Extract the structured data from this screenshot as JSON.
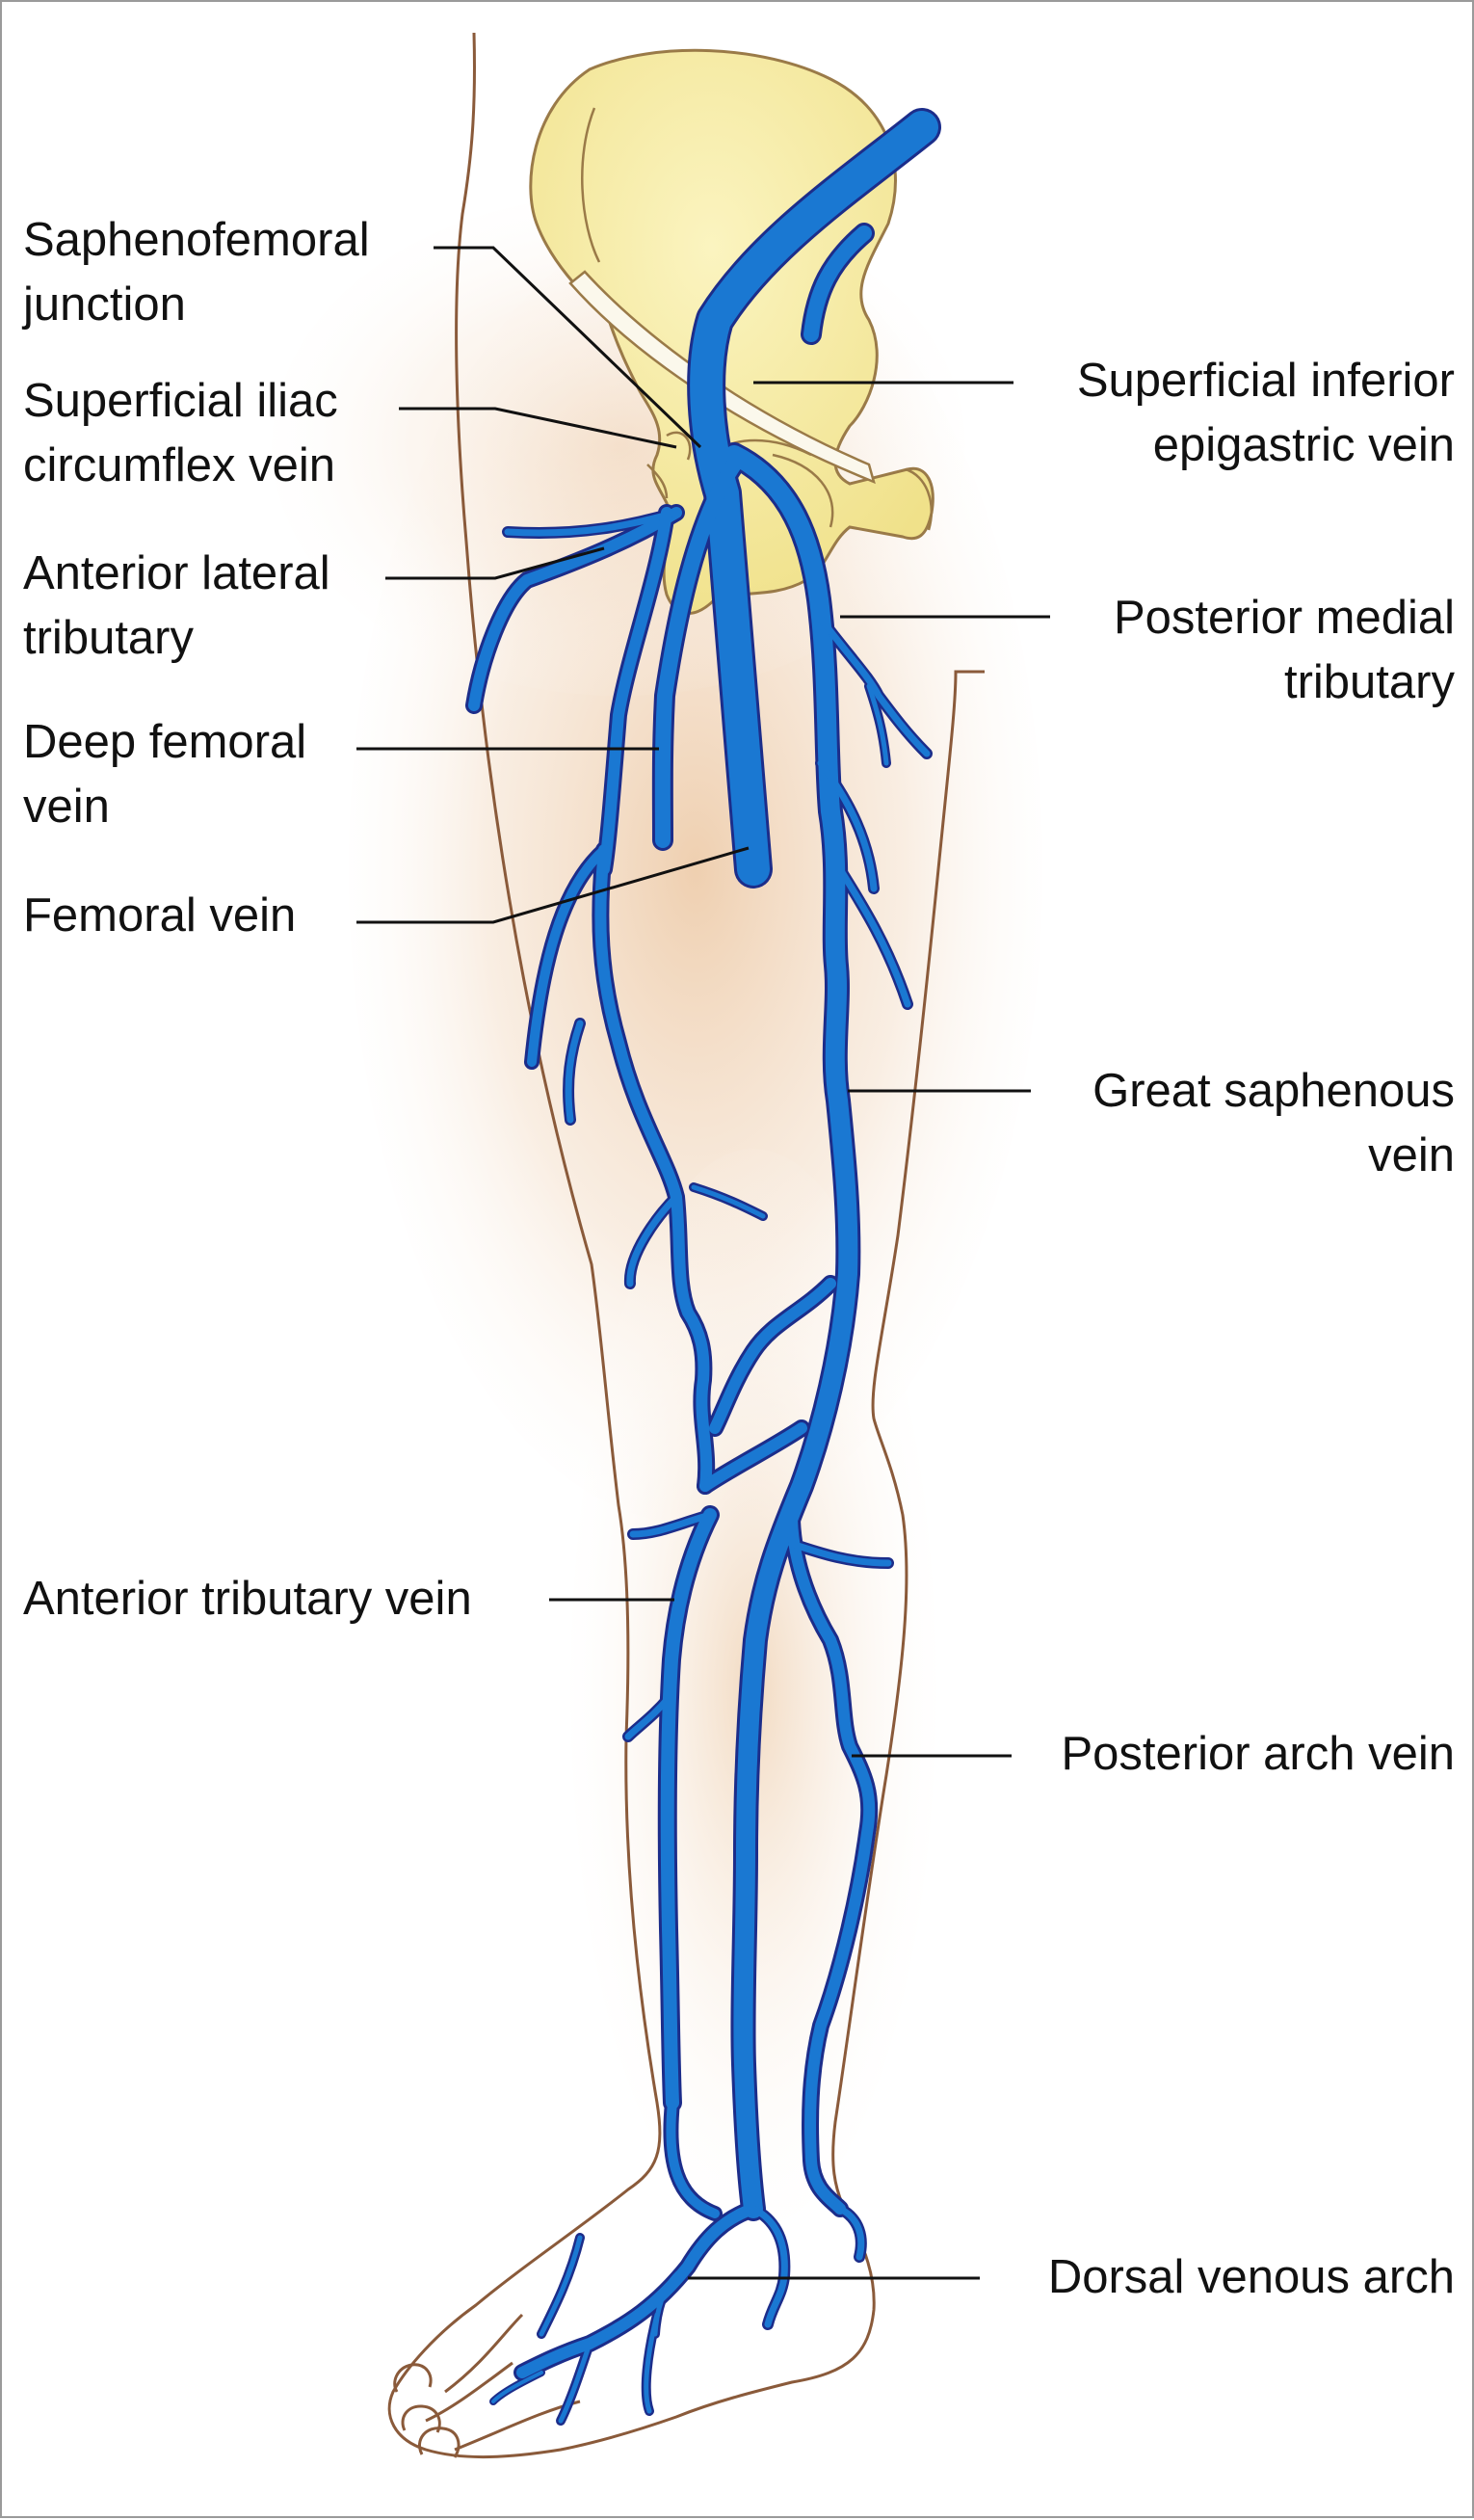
{
  "labels": {
    "saphenofemoral_junction": [
      "Saphenofemoral",
      "junction"
    ],
    "superficial_iliac_circumflex_vein": [
      "Superficial iliac",
      "circumflex vein"
    ],
    "anterior_lateral_tributary": [
      "Anterior lateral",
      "tributary"
    ],
    "deep_femoral_vein": [
      "Deep femoral",
      "vein"
    ],
    "femoral_vein": [
      "Femoral vein"
    ],
    "anterior_tributary_vein": [
      "Anterior tributary vein"
    ],
    "superficial_inferior_epigastric_vein": [
      "Superficial inferior",
      "epigastric vein"
    ],
    "posterior_medial_tributary": [
      "Posterior medial",
      "tributary"
    ],
    "great_saphenous_vein": [
      "Great saphenous",
      "vein"
    ],
    "posterior_arch_vein": [
      "Posterior arch vein"
    ],
    "dorsal_venous_arch": [
      "Dorsal venous arch"
    ]
  },
  "colors": {
    "vein_fill": "#1a78d2",
    "vein_outline": "#1c2d8a",
    "bone": "#f6ec9c",
    "bone_outline": "#9a7a48",
    "skin_outline": "#8a5a3a",
    "skin_shade": "#f1dcc4",
    "leader_line": "#111111"
  }
}
